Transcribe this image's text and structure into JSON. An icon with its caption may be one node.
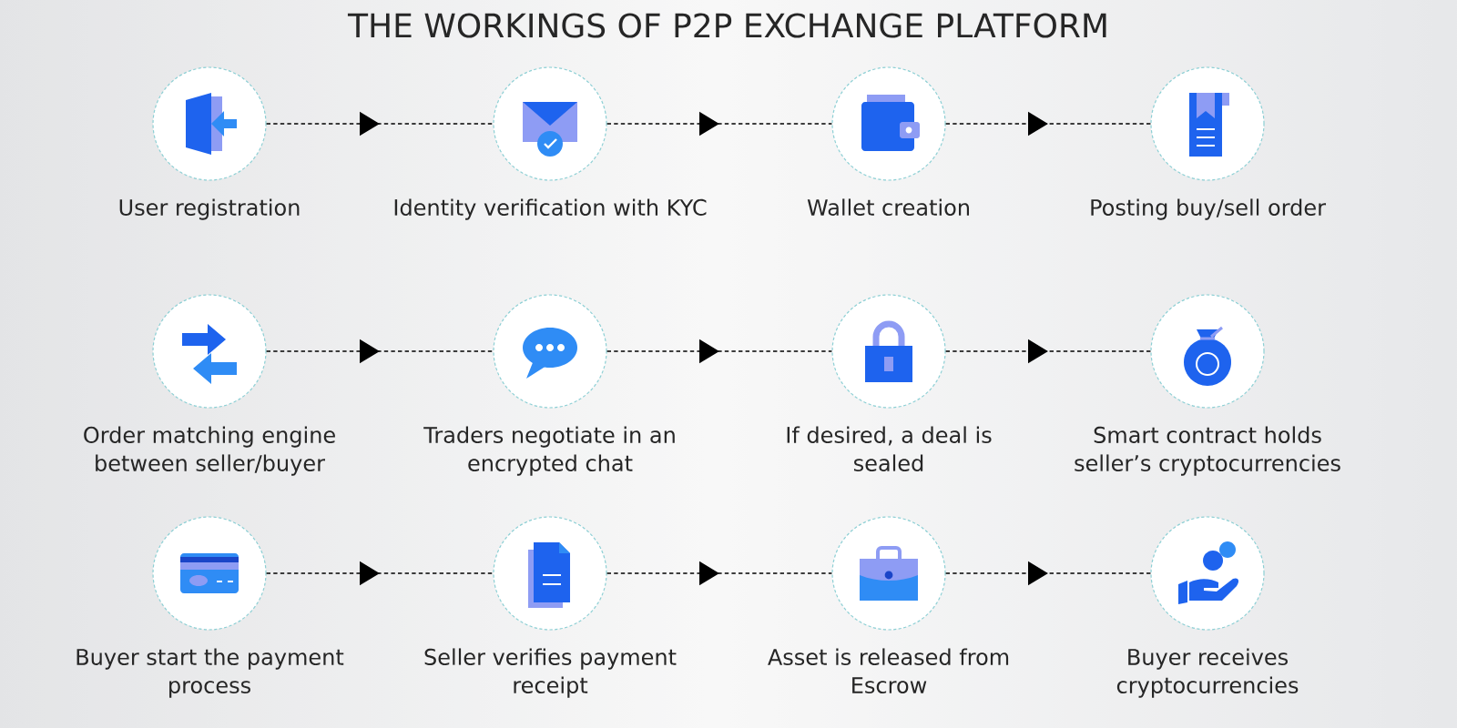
{
  "diagram": {
    "title": "THE WORKINGS OF P2P EXCHANGE PLATFORM",
    "nodes": [
      {
        "text": [
          "User registration"
        ]
      },
      {
        "text": [
          "Identity verification with KYC"
        ]
      },
      {
        "text": [
          "Wallet creation"
        ]
      },
      {
        "text": [
          "Posting buy/sell order"
        ]
      },
      {
        "text": [
          "Order matching engine between seller/buyer"
        ]
      },
      {
        "text": [
          "Traders negotiate in an encrypted chat"
        ]
      },
      {
        "text": [
          "If desired, a deal is sealed"
        ]
      },
      {
        "text": [
          "Smart contract holds seller’s cryptocurrencies"
        ]
      },
      {
        "text": [
          "Buyer start the payment process"
        ]
      },
      {
        "text": [
          "Seller verifies payment receipt"
        ]
      },
      {
        "text": [
          "Asset is released from Escrow"
        ]
      },
      {
        "text": [
          "Buyer receives cryptocurrencies"
        ]
      }
    ],
    "edges": [
      {
        "from": 0,
        "to": 1,
        "arrow": "to",
        "style": "dashed"
      },
      {
        "from": 1,
        "to": 2,
        "arrow": "to",
        "style": "dashed"
      },
      {
        "from": 2,
        "to": 3,
        "arrow": "to",
        "style": "dashed"
      },
      {
        "from": 4,
        "to": 5,
        "arrow": "to",
        "style": "dashed"
      },
      {
        "from": 5,
        "to": 6,
        "arrow": "to",
        "style": "dashed"
      },
      {
        "from": 6,
        "to": 7,
        "arrow": "to",
        "style": "dashed"
      },
      {
        "from": 8,
        "to": 9,
        "arrow": "to",
        "style": "dashed"
      },
      {
        "from": 9,
        "to": 10,
        "arrow": "to",
        "style": "dashed"
      },
      {
        "from": 10,
        "to": 11,
        "arrow": "to",
        "style": "dashed"
      }
    ]
  }
}
